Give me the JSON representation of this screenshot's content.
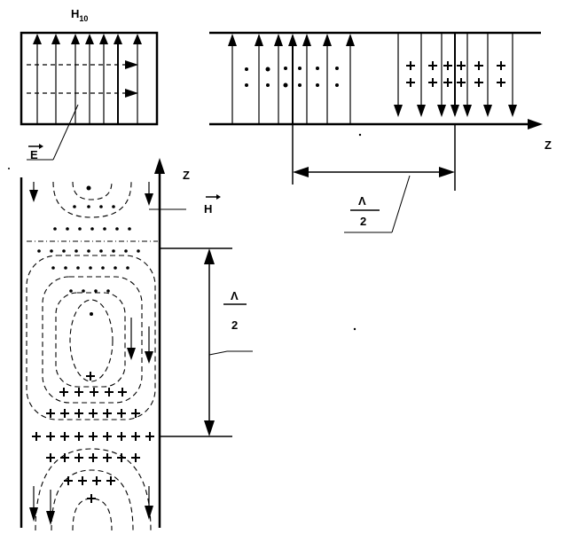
{
  "labels": {
    "mode_main": "H",
    "mode_sub": "10",
    "e_vector": "E",
    "h_vector": "H",
    "z_axis_right": "Z",
    "z_axis_left": "Z",
    "lambda_top": "Λ",
    "lambda_top_den": "2",
    "lambda_side": "Λ",
    "lambda_side_den": "2"
  },
  "colors": {
    "ink": "#000000",
    "paper": "#ffffff"
  },
  "icons": {
    "arrow_head": "triangle-arrow-icon",
    "vector_bar": "over-arrow-icon"
  }
}
